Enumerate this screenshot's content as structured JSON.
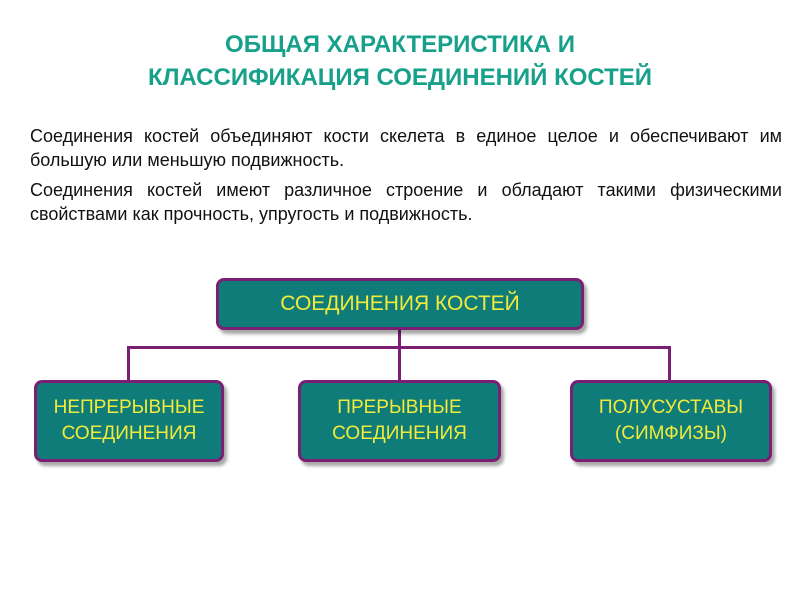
{
  "title": {
    "line1": "ОБЩАЯ ХАРАКТЕРИСТИКА И",
    "line2": "КЛАССИФИКАЦИЯ СОЕДИНЕНИЙ КОСТЕЙ"
  },
  "paragraphs": [
    "Соединения костей объединяют кости скелета в единое целое и обеспечивают им большую или меньшую подвижность.",
    "Соединения костей имеют различное строение и обладают такими физическими свойствами как прочность, упругость и подвижность."
  ],
  "diagram": {
    "root": "СОЕДИНЕНИЯ КОСТЕЙ",
    "children": [
      {
        "line1": "НЕПРЕРЫВНЫЕ",
        "line2": "СОЕДИНЕНИЯ"
      },
      {
        "line1": "ПРЕРЫВНЫЕ",
        "line2": "СОЕДИНЕНИЯ"
      },
      {
        "line1": "ПОЛУСУСТАВЫ",
        "line2": "(СИМФИЗЫ)"
      }
    ]
  },
  "colors": {
    "title": "#17a08a",
    "node_fill": "#107c7a",
    "node_border": "#7a1f74",
    "node_text": "#f1ec3a",
    "connector": "#7a1f74"
  }
}
